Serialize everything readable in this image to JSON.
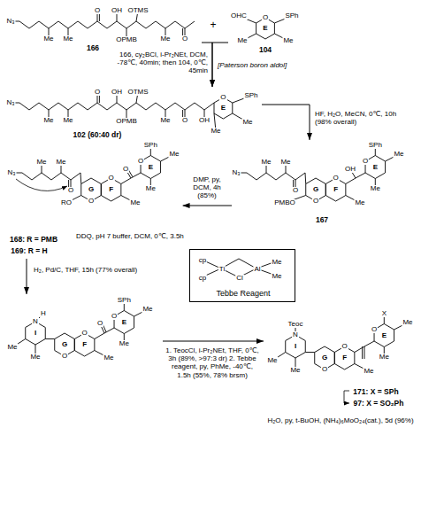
{
  "diagram": {
    "nodes": [
      {
        "text": [
          "N₃",
          "Me",
          "Me",
          "O",
          "OH",
          "OPMB",
          "OTMS",
          "Me",
          "O",
          "166"
        ]
      },
      {
        "text": [
          "OHC",
          "O",
          "SPh",
          "E",
          "Me",
          "Me",
          "104"
        ]
      },
      {
        "text": [
          "N₃",
          "Me",
          "Me",
          "O",
          "OH",
          "OPMB",
          "OTMS",
          "Me",
          "O",
          "OH",
          "O",
          "SPh",
          "E",
          "Me",
          "Me",
          "102 (60:40 dr)"
        ]
      },
      {
        "text": [
          "N₃",
          "Me",
          "Me",
          "O",
          "PMBO",
          "O",
          "O",
          "G",
          "F",
          "Me",
          "OH",
          "O",
          "SPh",
          "E",
          "Me",
          "Me",
          "167"
        ]
      },
      {
        "text": [
          "N₃",
          "Me",
          "Me",
          "O",
          "RO",
          "O",
          "O",
          "G",
          "F",
          "Me",
          "O",
          "O",
          "SPh",
          "E",
          "Me",
          "Me",
          "168: R = PMB",
          "169: R = H"
        ]
      },
      {
        "text": [
          "cp",
          "cp",
          "Ti",
          "Cl",
          "Al",
          "Me",
          "Me",
          "Tebbe Reagent"
        ]
      },
      {
        "text": [
          "N",
          "H",
          "I",
          "Me",
          "Me",
          "O",
          "O",
          "G",
          "F",
          "Me",
          "O",
          "O",
          "SPh",
          "E",
          "Me",
          "Me"
        ]
      },
      {
        "text": [
          "N",
          "Teoc",
          "I",
          "Me",
          "Me",
          "O",
          "O",
          "G",
          "F",
          "Me",
          "O",
          "X",
          "E",
          "Me",
          "Me",
          "171: X = SPh",
          "97: X = SO₂Ph"
        ]
      }
    ],
    "edges": [
      {
        "from": 0,
        "to": 2,
        "arrow": "to",
        "label": "166, cy₂BCl, i-Pr₂NEt, DCM, -78℃, 40min; then 104, 0℃, 45min"
      },
      {
        "from": 1,
        "to": 2,
        "arrow": "to"
      },
      {
        "from": 2,
        "to": 3,
        "arrow": "to",
        "label": "HF, H₂O, MeCN, 0℃, 10h (98% overall)"
      },
      {
        "from": 3,
        "to": 4,
        "arrow": "to",
        "label": "DMP, py, DCM, 4h (85%)"
      },
      {
        "from": 4,
        "to": 6,
        "arrow": "to",
        "label": "H₂, Pd/C, THF, 15h (77% overall)"
      },
      {
        "from": 6,
        "to": 7,
        "arrow": "to",
        "label": "1. TeocCl, i-Pr₂NEt, THF, 0℃, 3h (89%, >97:3 dr) 2. Tebbe reagent, py, PhMe, -40℃, 1.5h (55%, 78% brsm)"
      }
    ],
    "labels": [
      "+",
      "[Paterson boron aldol]",
      "DDQ, pH 7 buffer, DCM, 0℃, 3.5h",
      "H₂O, py, t-BuOH, (NH₄)₆MoO₂₄(cat.), 5d (96%)"
    ]
  }
}
